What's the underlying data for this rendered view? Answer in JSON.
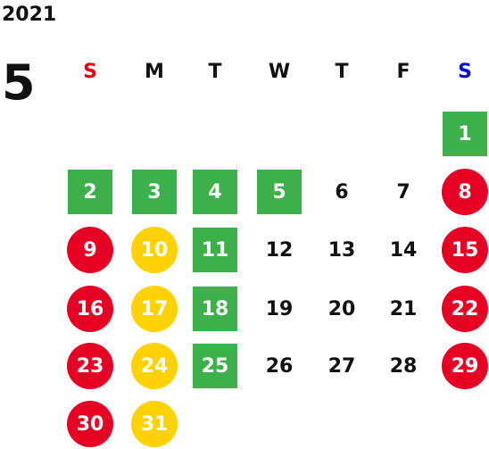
{
  "calendar": {
    "year": "2021",
    "month": "5",
    "weekdays": [
      {
        "label": "S",
        "color": "#e60012"
      },
      {
        "label": "M",
        "color": "#111111"
      },
      {
        "label": "T",
        "color": "#111111"
      },
      {
        "label": "W",
        "color": "#111111"
      },
      {
        "label": "T",
        "color": "#111111"
      },
      {
        "label": "F",
        "color": "#111111"
      },
      {
        "label": "S",
        "color": "#0010c8"
      }
    ],
    "colors": {
      "green": "#3cb04a",
      "red": "#e60023",
      "yellow": "#ffd200"
    },
    "days": [
      {
        "day": "1",
        "type": "green"
      },
      {
        "day": "2",
        "type": "green"
      },
      {
        "day": "3",
        "type": "green"
      },
      {
        "day": "4",
        "type": "green"
      },
      {
        "day": "5",
        "type": "green"
      },
      {
        "day": "6",
        "type": "plain"
      },
      {
        "day": "7",
        "type": "plain"
      },
      {
        "day": "8",
        "type": "red"
      },
      {
        "day": "9",
        "type": "red"
      },
      {
        "day": "10",
        "type": "yellow"
      },
      {
        "day": "11",
        "type": "green"
      },
      {
        "day": "12",
        "type": "plain"
      },
      {
        "day": "13",
        "type": "plain"
      },
      {
        "day": "14",
        "type": "plain"
      },
      {
        "day": "15",
        "type": "red"
      },
      {
        "day": "16",
        "type": "red"
      },
      {
        "day": "17",
        "type": "yellow"
      },
      {
        "day": "18",
        "type": "green"
      },
      {
        "day": "19",
        "type": "plain"
      },
      {
        "day": "20",
        "type": "plain"
      },
      {
        "day": "21",
        "type": "plain"
      },
      {
        "day": "22",
        "type": "red"
      },
      {
        "day": "23",
        "type": "red"
      },
      {
        "day": "24",
        "type": "yellow"
      },
      {
        "day": "25",
        "type": "green"
      },
      {
        "day": "26",
        "type": "plain"
      },
      {
        "day": "27",
        "type": "plain"
      },
      {
        "day": "28",
        "type": "plain"
      },
      {
        "day": "29",
        "type": "red"
      },
      {
        "day": "30",
        "type": "red"
      },
      {
        "day": "31",
        "type": "yellow"
      }
    ]
  }
}
